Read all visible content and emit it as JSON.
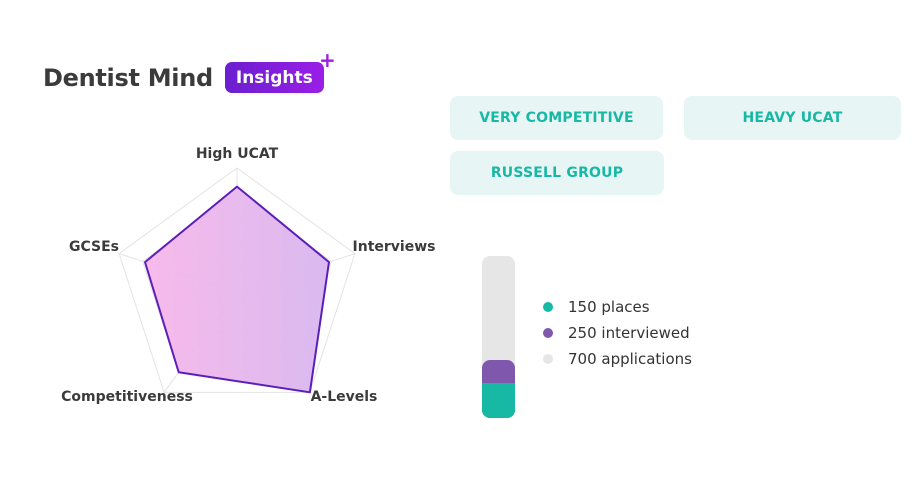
{
  "brand": {
    "title": "Dentist Mind",
    "badge": "Insights",
    "badge_icon": "plus-icon"
  },
  "tags": [
    "VERY COMPETITIVE",
    "HEAVY UCAT",
    "RUSSELL GROUP"
  ],
  "colors": {
    "accent_purple": "#6a1fd0",
    "tag_bg": "#e7f6f5",
    "tag_text": "#17b8a4",
    "radar_stroke": "#5b1fb8",
    "places": "#17b8a4",
    "interviewed": "#7f58ad",
    "applications": "#e6e6e6"
  },
  "chart_data": [
    {
      "type": "radar",
      "axes": [
        "High UCAT",
        "Interviews",
        "A-Levels",
        "Competitiveness",
        "GCSEs"
      ],
      "values": [
        0.85,
        0.78,
        1.0,
        0.8,
        0.78
      ],
      "range": [
        0,
        1
      ],
      "grid_levels": 5
    },
    {
      "type": "bar",
      "orientation": "vertical-stacked",
      "total": 700,
      "series": [
        {
          "name": "150 places",
          "value": 150,
          "color": "#17b8a4"
        },
        {
          "name": "250 interviewed",
          "value": 250,
          "color": "#7f58ad"
        },
        {
          "name": "700 applications",
          "value": 700,
          "color": "#e6e6e6"
        }
      ]
    }
  ]
}
